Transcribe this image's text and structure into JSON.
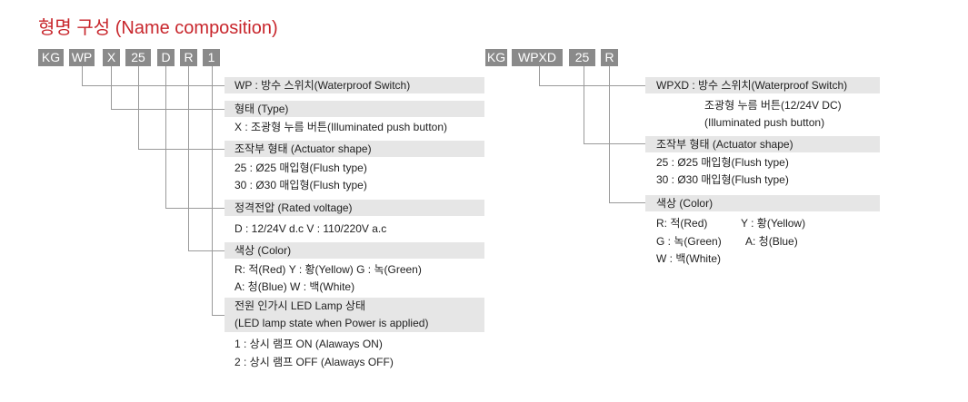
{
  "title": "형명 구성 (Name composition)",
  "left": {
    "codes": [
      "KG",
      "WP",
      "X",
      "25",
      "D",
      "R",
      "1"
    ],
    "wp": "WP : 방수 스위치(Waterproof Switch)",
    "type_head": "형태 (Type)",
    "type_x": "X : 조광형 누름 버튼(Illuminated push button)",
    "act_head": "조작부 형태 (Actuator shape)",
    "act_25": "25 :  Ø25 매입형(Flush type)",
    "act_30": "30 :  Ø30 매입형(Flush type)",
    "volt_head": "정격전압 (Rated voltage)",
    "volt_vals": "D : 12/24V d.c   V : 110/220V a.c",
    "color_head": "색상 (Color)",
    "color_line1": "R: 적(Red)   Y : 황(Yellow)   G : 녹(Green)",
    "color_line2": "A: 청(Blue)   W : 백(White)",
    "lamp_head1": "전원 인가시 LED Lamp 상태",
    "lamp_head2": "(LED lamp state when Power is applied)",
    "lamp_1": "1 : 상시 램프 ON (Alaways ON)",
    "lamp_2": "2 : 상시 램프 OFF (Alaways OFF)"
  },
  "right": {
    "codes": [
      "KG",
      "WPXD",
      "25",
      "R"
    ],
    "wpxd": "WPXD : 방수 스위치(Waterproof Switch)",
    "desc1": "조광형 누름 버튼(12/24V DC)",
    "desc2": "(Illuminated push button)",
    "act_head": "조작부 형태 (Actuator shape)",
    "act_25": "25 :  Ø25 매입형(Flush type)",
    "act_30": "30 :  Ø30 매입형(Flush type)",
    "color_head": "색상 (Color)",
    "color_r": "R: 적(Red)",
    "color_y": "Y : 황(Yellow)",
    "color_g": "G : 녹(Green)",
    "color_a": "A: 청(Blue)",
    "color_w": "W : 백(White)"
  }
}
